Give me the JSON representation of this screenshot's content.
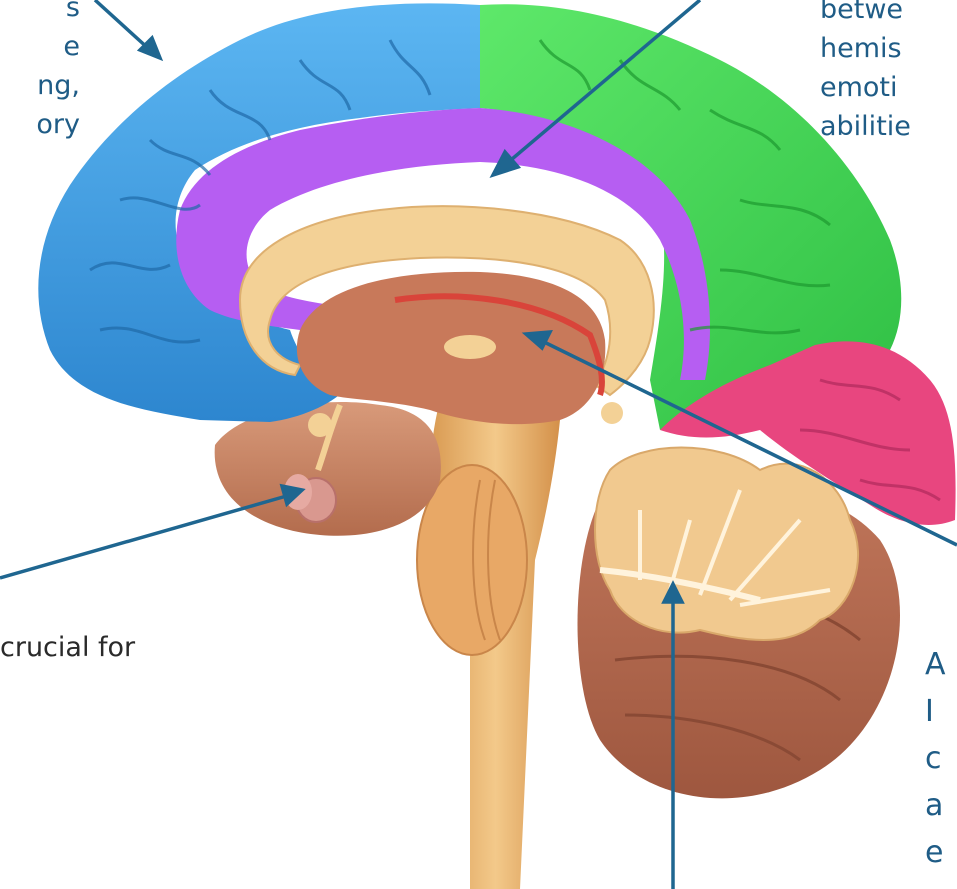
{
  "colors": {
    "frontal": "#3d9ee6",
    "parietal": "#44d94e",
    "cingulate": "#b65ef2",
    "occipital": "#e8467f",
    "tissue": "#c8815f",
    "cerebellum": "#f1c98f",
    "corpus_callosum": "#f3d196",
    "arrow": "#1f6690"
  },
  "labels": {
    "top_left": [
      "s",
      "e",
      "ng,",
      "ory"
    ],
    "top_right": [
      "betwe",
      "hemis",
      "emoti",
      "abilitie"
    ],
    "bottom_left": [
      "crucial for"
    ],
    "bottom_right": [
      "A",
      "I",
      "c",
      "a",
      "e"
    ]
  }
}
